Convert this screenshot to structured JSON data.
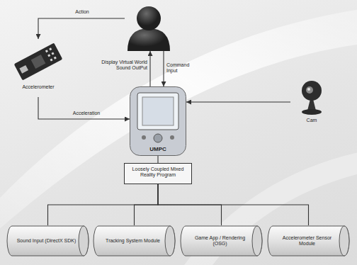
{
  "diagram": {
    "nodes": [
      {
        "text": []
      },
      {
        "text": [
          "Accelerometer"
        ]
      },
      {
        "text": [
          "Cam"
        ]
      },
      {
        "text": [
          "UMPC"
        ]
      },
      {
        "text": [
          "Loosely Coupled Mixed Reality Program"
        ]
      },
      {
        "text": [
          "Sound Input (DirectX SDK)"
        ]
      },
      {
        "text": [
          "Tracking System Module"
        ]
      },
      {
        "text": [
          "Game App / Rendering (OSG)"
        ]
      },
      {
        "text": [
          "Accelerometer Sensor Module"
        ]
      }
    ],
    "edges": [
      {
        "from": 0,
        "to": 1,
        "label": "Action",
        "arrow": "to"
      },
      {
        "from": 1,
        "to": 3,
        "label": "Acceleration",
        "arrow": "to"
      },
      {
        "from": 3,
        "to": 0,
        "label": "Display Virtual World Sound OutPut",
        "arrow": "to"
      },
      {
        "from": 0,
        "to": 3,
        "label": "Command Input",
        "arrow": "to"
      },
      {
        "from": 2,
        "to": 3,
        "arrow": "to"
      },
      {
        "from": 3,
        "to": 4,
        "arrow": "none"
      },
      {
        "from": 4,
        "to": 5,
        "arrow": "none"
      },
      {
        "from": 4,
        "to": 6,
        "arrow": "none"
      },
      {
        "from": 4,
        "to": 7,
        "arrow": "none"
      },
      {
        "from": 4,
        "to": 8,
        "arrow": "none"
      }
    ]
  }
}
